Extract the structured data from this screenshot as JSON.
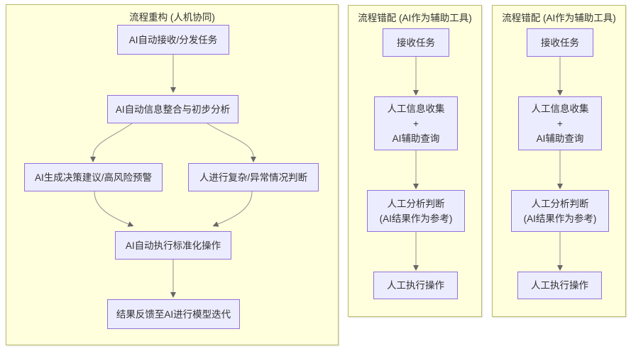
{
  "panels": [
    {
      "title": "流程重构 (人机协同)",
      "nodes": [
        {
          "label": "AI自动接收/分发任务"
        },
        {
          "label": "AI自动信息整合与初步分析"
        },
        {
          "label": "AI生成决策建议/高风险预警"
        },
        {
          "label": "人进行复杂/异常情况判断"
        },
        {
          "label": "AI自动执行标准化操作"
        },
        {
          "label": "结果反馈至AI进行模型迭代"
        }
      ]
    },
    {
      "title": "流程错配 (AI作为辅助工具)",
      "nodes": [
        {
          "label": "接收任务"
        },
        {
          "lines": [
            "人工信息收集",
            "+",
            "AI辅助查询"
          ]
        },
        {
          "lines": [
            "人工分析判断",
            "(AI结果作为参考)"
          ]
        },
        {
          "label": "人工执行操作"
        }
      ]
    },
    {
      "title": "流程错配 (AI作为辅助工具)",
      "nodes": [
        {
          "label": "接收任务"
        },
        {
          "lines": [
            "人工信息收集",
            "+",
            "AI辅助查询"
          ]
        },
        {
          "lines": [
            "人工分析判断",
            "(AI结果作为参考)"
          ]
        },
        {
          "label": "人工执行操作"
        }
      ]
    }
  ],
  "colors": {
    "cluster_fill": "#ffffde",
    "cluster_border": "#b9b96a",
    "node_fill": "#ececff",
    "node_border": "#9370db",
    "edge_line": "#8f8f8f",
    "arrowhead": "#666666",
    "text": "#333333"
  }
}
